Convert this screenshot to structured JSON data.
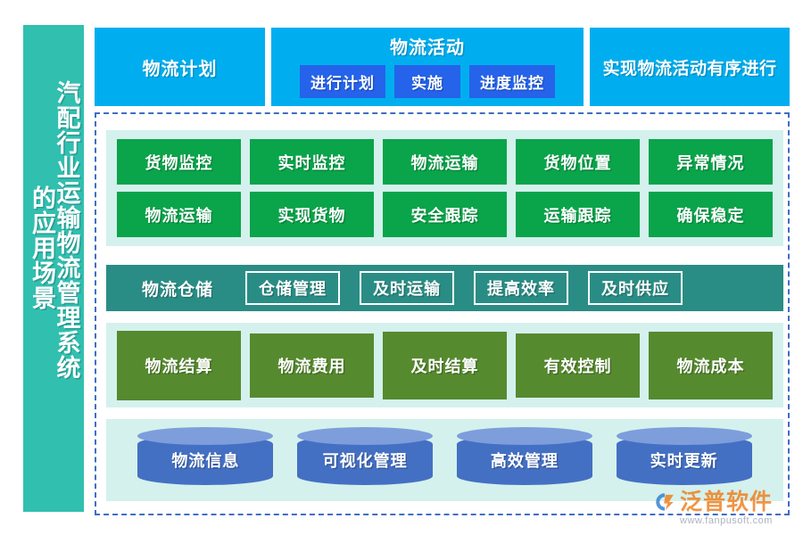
{
  "sidebar": {
    "main_title": "汽配行业运输物流管理系统",
    "sub_title": "的应用场景",
    "bg_color": "#31bfb0"
  },
  "header": {
    "plan_box": {
      "label": "物流计划",
      "color": "#00aeef"
    },
    "activity_box": {
      "title": "物流活动",
      "color": "#00aeef",
      "chip_color": "#2563eb",
      "chips": [
        {
          "label": "进行计划"
        },
        {
          "label": "实施"
        },
        {
          "label": "进度监控"
        }
      ]
    },
    "result_box": {
      "label": "实现物流活动有序进行",
      "color": "#00aeef"
    }
  },
  "diagram": {
    "border_color": "#3f6ec4",
    "panel_color": "#d4f1ed",
    "green_grid": {
      "cell_color": "#0aa44a",
      "rows": [
        [
          "货物监控",
          "实时监控",
          "物流运输",
          "货物位置",
          "异常情况"
        ],
        [
          "物流运输",
          "实现货物",
          "安全跟踪",
          "运输跟踪",
          "确保稳定"
        ]
      ]
    },
    "teal_band": {
      "color": "#2a8d85",
      "title": "物流仓储",
      "chips": [
        "仓储管理",
        "及时运输",
        "提高效率",
        "及时供应"
      ]
    },
    "olive_row": {
      "cell_color": "#568a2e",
      "cells": [
        "物流结算",
        "物流费用",
        "及时结算",
        "有效控制",
        "物流成本"
      ]
    },
    "cylinder_row": {
      "body_color": "#4470c4",
      "cap_color": "#7d9edb",
      "cells": [
        "物流信息",
        "可视化管理",
        "高效管理",
        "实时更新"
      ]
    }
  },
  "logo": {
    "name": "泛普软件",
    "url": "www.fanpusoft.com",
    "color": "#f07d1a"
  }
}
